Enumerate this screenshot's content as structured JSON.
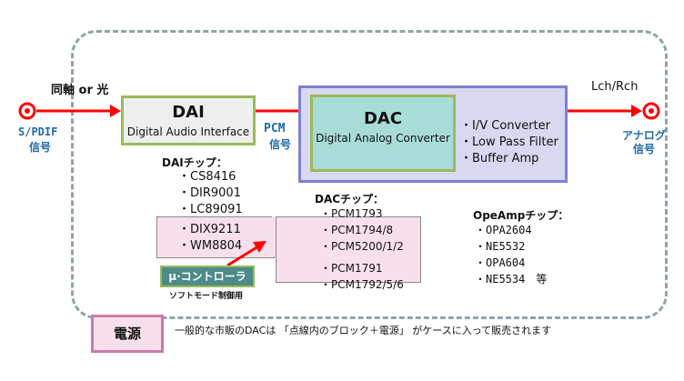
{
  "input": {
    "label_top": "同軸 or 光",
    "spdif": "S/PDIF",
    "spdif_sub": "信号"
  },
  "dai": {
    "title": "DAI",
    "subtitle": "Digital Audio Interface",
    "chips_title": "DAIチップ：",
    "chips": [
      "・CS8416",
      "・DIR9001",
      "・LC89091",
      "・DIX9211",
      "・WM8804"
    ]
  },
  "pcm": {
    "label": "PCM",
    "sub": "信号"
  },
  "dac": {
    "title": "DAC",
    "subtitle": "Digital Analog Converter",
    "features": [
      "・I/V Converter",
      "・Low Pass Filter",
      "・Buffer Amp"
    ],
    "chips_title": "DACチップ：",
    "chips": [
      "・PCM1793",
      "・PCM1794/8",
      "・PCM5200/1/2",
      "・PCM1791",
      "・PCM1792/5/6"
    ]
  },
  "output": {
    "label": "Lch/Rch",
    "analog": "アナログ",
    "analog_sub": "信号"
  },
  "opamp": {
    "title": "OpeAmpチップ：",
    "chips": [
      "・OPA2604",
      "・NE5532",
      "・OPA604",
      "・NE5534　等"
    ]
  },
  "controller": {
    "label": "μ·コントローラ",
    "sub": "ソフトモード制御用"
  },
  "power": {
    "label": "電源",
    "note": "一般的な市販のDACは 「点線内のブロック＋電源」 がケースに入って販売されます"
  },
  "colors": {
    "arrow": "#ff0000",
    "blue_text": "#1f6aa5"
  }
}
